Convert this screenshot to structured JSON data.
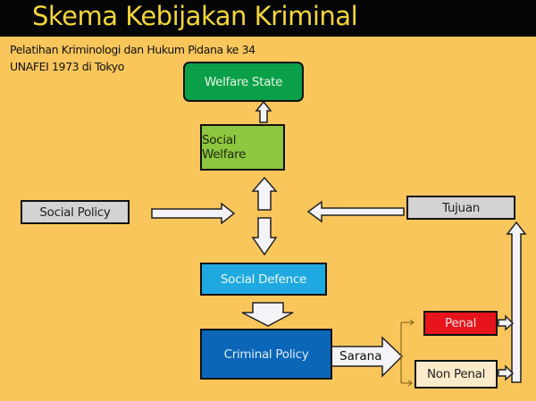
{
  "title": "Skema Kebijakan Kriminal",
  "subtitle": [
    "Pelatihan Kriminologi dan Hukum Pidana ke 34",
    "UNAFEI 1973 di Tokyo"
  ],
  "nodes": {
    "welfare_state": "Welfare State",
    "social_welfare": "Social Welfare",
    "social_policy": "Social Policy",
    "tujuan": "Tujuan",
    "social_defence": "Social Defence",
    "criminal_policy": "Criminal Policy",
    "sarana": "Sarana",
    "penal": "Penal",
    "non_penal": "Non Penal"
  },
  "colors": {
    "background": "#F9C65C",
    "welfare_state": "#0AA04A",
    "social_welfare": "#8DC63F",
    "social_defence": "#1FA9E1",
    "criminal_policy": "#0B66B8",
    "penal": "#E8141C",
    "non_penal": "#FBEBCB",
    "gray": "#D3D3D3"
  }
}
